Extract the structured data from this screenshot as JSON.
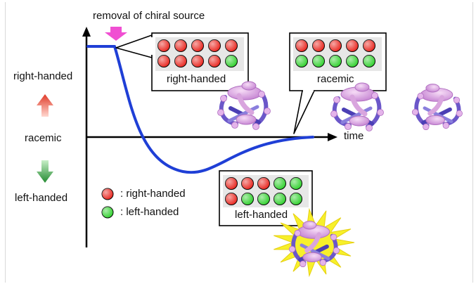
{
  "diagram": {
    "top_note": "removal of chiral source",
    "y_labels": {
      "top": "right-handed",
      "middle": "racemic",
      "bottom": "left-handed"
    },
    "x_label": "time",
    "callouts": [
      {
        "label": "right-handed",
        "rows": [
          [
            "red",
            "red",
            "red",
            "red",
            "red"
          ],
          [
            "red",
            "red",
            "red",
            "red",
            "green"
          ]
        ]
      },
      {
        "label": "racemic",
        "rows": [
          [
            "red",
            "red",
            "red",
            "red",
            "red"
          ],
          [
            "green",
            "green",
            "green",
            "green",
            "green"
          ]
        ]
      },
      {
        "label": "left-handed",
        "rows": [
          [
            "red",
            "red",
            "red",
            "green",
            "green"
          ],
          [
            "red",
            "green",
            "green",
            "green",
            "green"
          ]
        ]
      }
    ],
    "legend": [
      {
        "color": "red",
        "text": ": right-handed"
      },
      {
        "color": "green",
        "text": ": left-handed"
      }
    ],
    "colors": {
      "curve": "#1f3fd6",
      "red": "#e8231c",
      "green": "#2fd02c",
      "arrow_up": "#e04a3a",
      "arrow_down": "#2f9a3e",
      "removal_arrow": "#f04fd2",
      "glow": "#f7f02a"
    }
  }
}
